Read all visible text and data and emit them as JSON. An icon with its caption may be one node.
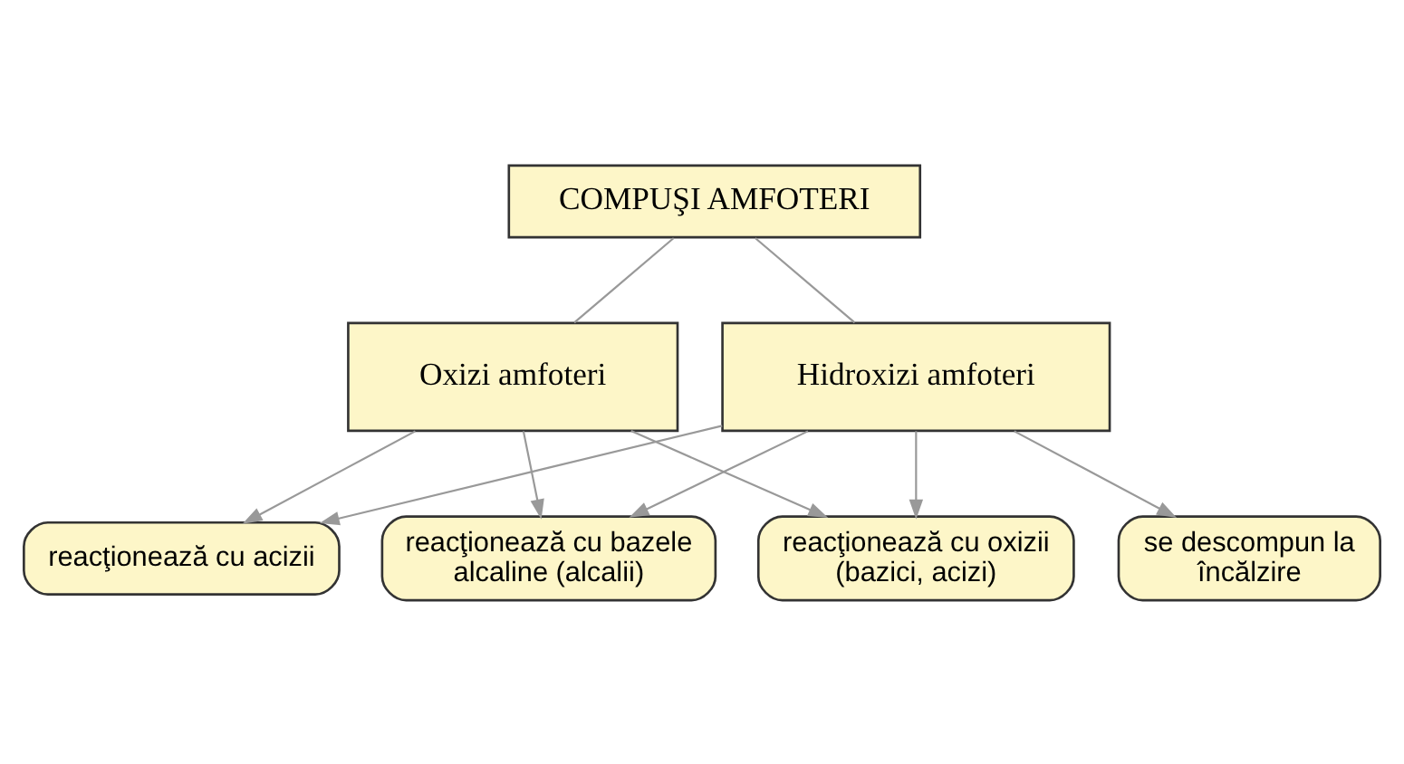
{
  "diagram": {
    "nodes": [
      {
        "text": [
          "COMPUŞI AMFOTERI"
        ]
      },
      {
        "text": [
          "Oxizi amfoteri"
        ]
      },
      {
        "text": [
          "Hidroxizi amfoteri"
        ]
      },
      {
        "text": [
          "reacţionează cu acizii"
        ]
      },
      {
        "text": [
          "reacţionează cu bazele alcaline (alcalii)"
        ]
      },
      {
        "text": [
          "reacţionează cu oxizii (bazici, acizi)"
        ]
      },
      {
        "text": [
          "se descompun la încălzire"
        ]
      }
    ],
    "edges": [
      {
        "from": 0,
        "to": 1,
        "arrow": "none"
      },
      {
        "from": 0,
        "to": 2,
        "arrow": "none"
      },
      {
        "from": 1,
        "to": 3,
        "arrow": "to"
      },
      {
        "from": 1,
        "to": 4,
        "arrow": "to"
      },
      {
        "from": 1,
        "to": 5,
        "arrow": "to"
      },
      {
        "from": 2,
        "to": 3,
        "arrow": "to"
      },
      {
        "from": 2,
        "to": 4,
        "arrow": "to"
      },
      {
        "from": 2,
        "to": 5,
        "arrow": "to"
      },
      {
        "from": 2,
        "to": 6,
        "arrow": "to"
      }
    ]
  }
}
